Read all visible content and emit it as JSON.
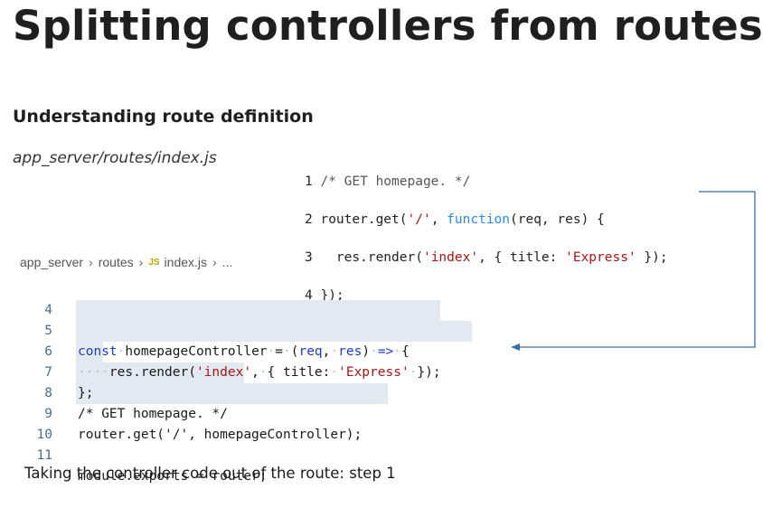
{
  "title": "Splitting controllers from routes",
  "subtitle": "Understanding route definition",
  "file_path": "app_server/routes/index.js",
  "snippet": {
    "line1": {
      "num": "1",
      "text": "/* GET homepage. */"
    },
    "line2": {
      "num": "2",
      "pre": "router.get(",
      "str": "'/'",
      "mid": ", ",
      "kw": "function",
      "post": "(req, res) {"
    },
    "line3": {
      "num": "3",
      "pre": "  res.render(",
      "str1": "'index'",
      "mid": ", { title: ",
      "str2": "'Express'",
      "post": " });"
    },
    "line4": {
      "num": "4",
      "text": "});"
    }
  },
  "breadcrumb": {
    "folder1": "app_server",
    "folder2": "routes",
    "js_badge": "JS",
    "file": "index.js",
    "ellipsis": "..."
  },
  "editor": {
    "lines": [
      {
        "num": "4"
      },
      {
        "num": "5"
      },
      {
        "num": "6"
      },
      {
        "num": "7",
        "text": "};"
      },
      {
        "num": "8",
        "text": "/* GET homepage. */"
      },
      {
        "num": "9",
        "text": "router.get('/', homepageController);"
      },
      {
        "num": "10"
      },
      {
        "num": "11",
        "text": "module.exports = router;"
      }
    ],
    "line5": {
      "kw": "const",
      "name": "homepageController",
      "eq": "=",
      "p1": "req",
      "p2": "res",
      "arrow": "=>",
      "brace": "{"
    },
    "line6": {
      "call": "res.render(",
      "s1": "'index'",
      "mid": "{ title:",
      "s2": "'Express'",
      "end": "});"
    }
  },
  "caption": "Taking the controller code out of the route: step 1",
  "colors": {
    "arrow": "#3a6ea5",
    "highlight": "#e3e9f1",
    "keyword": "#1f3fb3",
    "string": "#a31515",
    "comment": "#128a12"
  }
}
